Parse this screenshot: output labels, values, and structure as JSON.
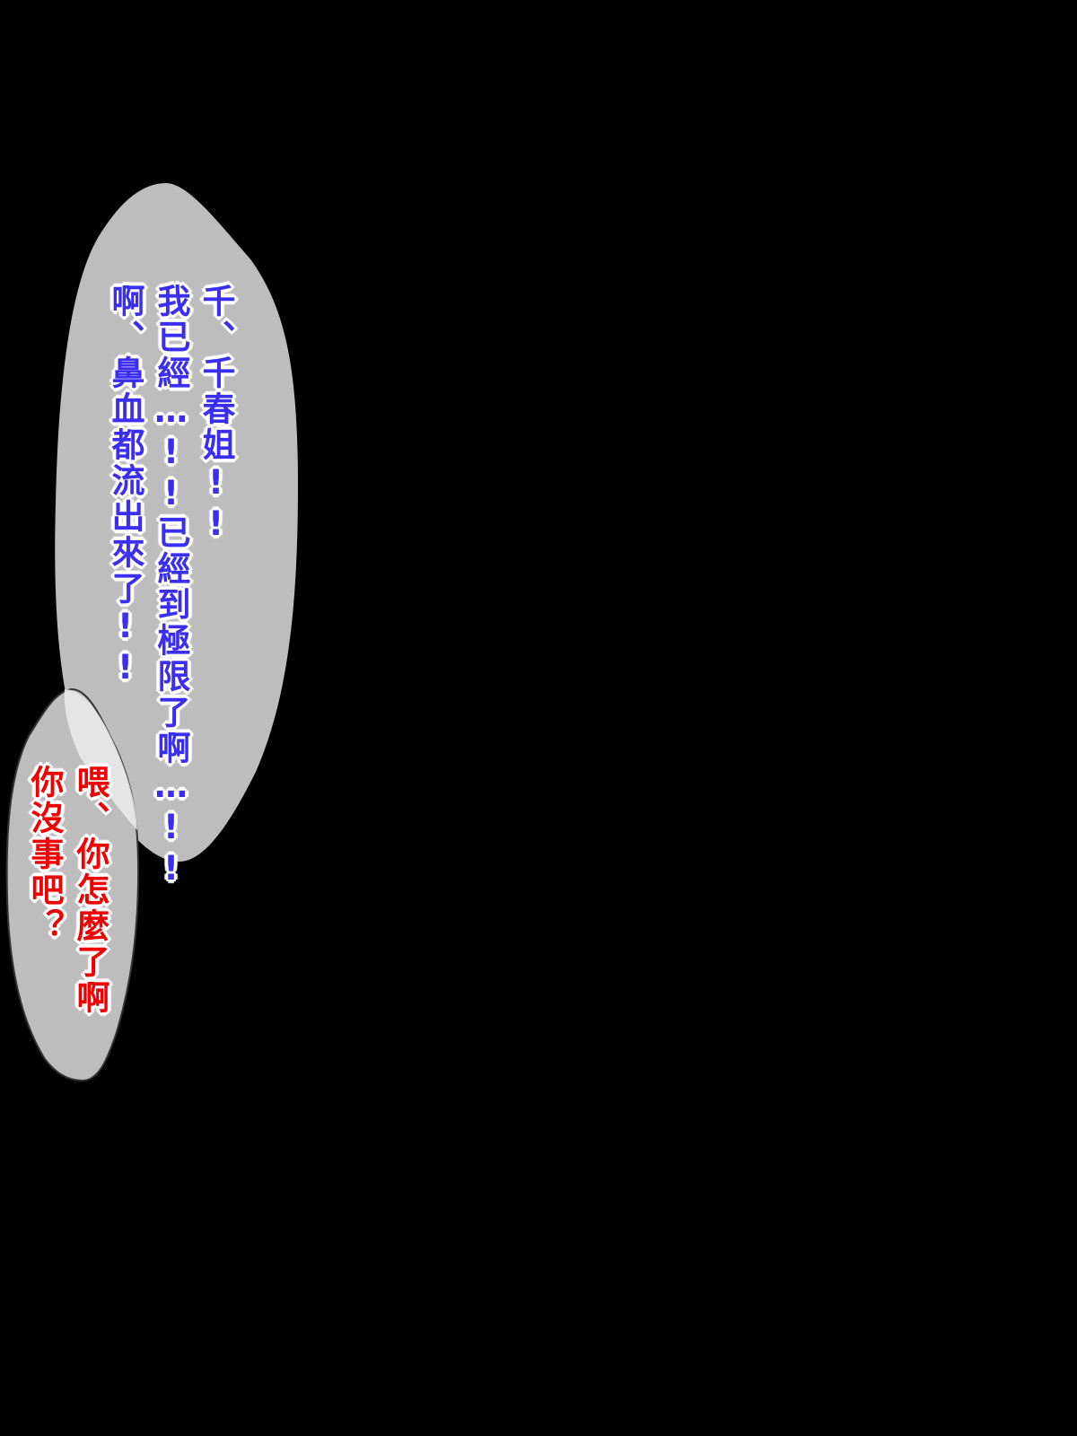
{
  "bubble_1": {
    "lines": [
      "千、千春姐!!",
      "我已經…!!已經到極限了啊…!!",
      "啊、鼻血都流出來了!!"
    ],
    "text_color": "#3a2ff0",
    "fill": "#bdbdbd"
  },
  "bubble_2": {
    "lines": [
      "喂、你怎麼了啊",
      "你沒事吧？"
    ],
    "text_color": "#f00000",
    "fill": "#bdbdbd"
  }
}
